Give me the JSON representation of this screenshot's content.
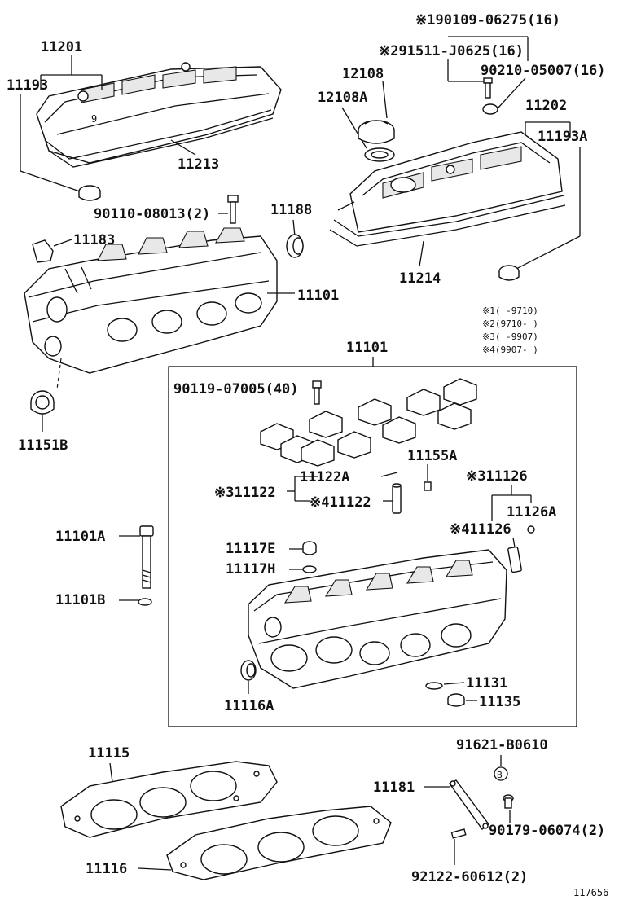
{
  "labels": {
    "p11201": "11201",
    "p11193": "11193",
    "p11213": "11213",
    "p12108": "12108",
    "p12108A": "12108A",
    "p90109": "90109-06275(16)",
    "p91511": "91511-J0625(16)",
    "p90210": "90210-05007(16)",
    "p11202": "11202",
    "p11193A": "11193A",
    "p90110": "90110-08013(2)",
    "p11188": "11188",
    "p11183": "11183",
    "p11214": "11214",
    "p11101a": "11101",
    "p11101b": "11101",
    "p11151B": "11151B",
    "p90119": "90119-07005(40)",
    "p11155A": "11155A",
    "p11122A": "11122A",
    "p11122a": "11122",
    "p11122b": "11122",
    "p11126a": "11126",
    "p11126A": "11126A",
    "p11126b": "11126",
    "p11101A": "11101A",
    "p11101B": "11101B",
    "p11117E": "11117E",
    "p11117H": "11117H",
    "p11131": "11131",
    "p11135": "11135",
    "p11116A": "11116A",
    "p11115": "11115",
    "p11116": "11116",
    "p91621": "91621-B0610",
    "p11181": "11181",
    "p90179": "90179-06074(2)",
    "p92122": "92122-60612(2)",
    "refno": "117656",
    "bmark": "B"
  },
  "marks": {
    "m1": "※1",
    "m2": "※2",
    "m3": "※3",
    "m4": "※4"
  },
  "legend": [
    {
      "mark": "※1",
      "range": "(      -9710)"
    },
    {
      "mark": "※2",
      "range": "(9710-      )"
    },
    {
      "mark": "※3",
      "range": "(      -9907)"
    },
    {
      "mark": "※4",
      "range": "(9907-      )"
    }
  ]
}
